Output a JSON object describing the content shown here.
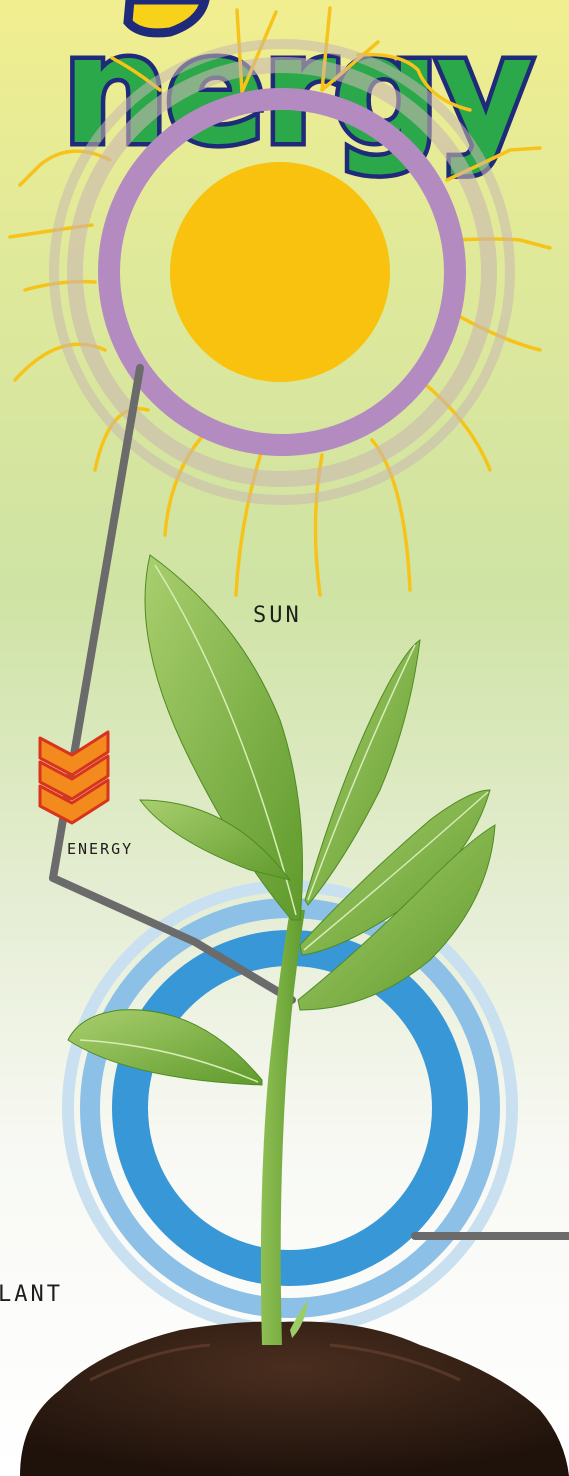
{
  "title": {
    "text": "nergy",
    "color": "#2aa84a",
    "outline_color": "#1f2a7a"
  },
  "labels": {
    "sun": "SUN",
    "energy": "ENERGY",
    "plant": "LANT"
  },
  "colors": {
    "sun_core": "#f9c20e",
    "sun_ring": "#b38bc0",
    "sun_rays": "#f7c31a",
    "plant_ring": "#3897d6",
    "connector": "#6b6b6b",
    "arrow_fill": "#f28a1e",
    "arrow_outline": "#d9331e",
    "leaf": "#7fb33d",
    "soil": "#3a2318"
  },
  "icons": {
    "sun": "sun-icon",
    "plant": "seedling-icon",
    "arrow": "energy-chevron-arrow-icon"
  }
}
